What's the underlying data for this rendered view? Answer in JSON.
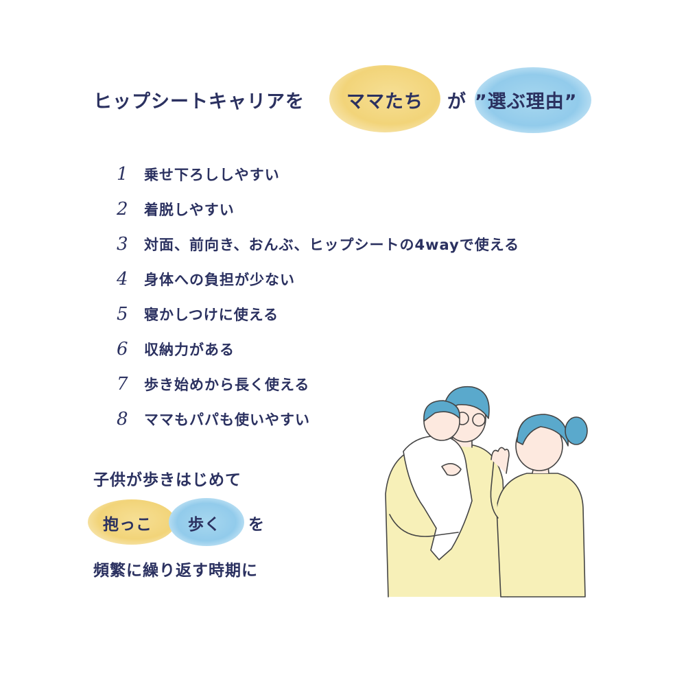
{
  "title": {
    "prefix": "ヒップシートキャリアを",
    "highlight1": "ママたち",
    "middle": "が",
    "highlight2": "”選ぶ理由”"
  },
  "reasons": [
    {
      "num": "1",
      "text": "乗せ下ろししやすい"
    },
    {
      "num": "2",
      "text": "着脱しやすい"
    },
    {
      "num": "3",
      "text": "対面、前向き、おんぶ、ヒップシートの4wayで使える"
    },
    {
      "num": "4",
      "text": "身体への負担が少ない"
    },
    {
      "num": "5",
      "text": "寝かしつけに使える"
    },
    {
      "num": "6",
      "text": "収納力がある"
    },
    {
      "num": "7",
      "text": "歩き始めから長く使える"
    },
    {
      "num": "8",
      "text": "ママもパパも使いやすい"
    }
  ],
  "bottom": {
    "line1": "子供が歩きはじめて",
    "highlight1": "抱っこ",
    "highlight2": "歩く",
    "particle": "を",
    "line3": "頻繁に繰り返す時期に"
  },
  "colors": {
    "text": "#2b3160",
    "yellow": "#f2d479",
    "blue": "#92cbeb",
    "shirt": "#f7f0b8",
    "hair": "#5aa9cc"
  },
  "illustration": "family-illustration"
}
